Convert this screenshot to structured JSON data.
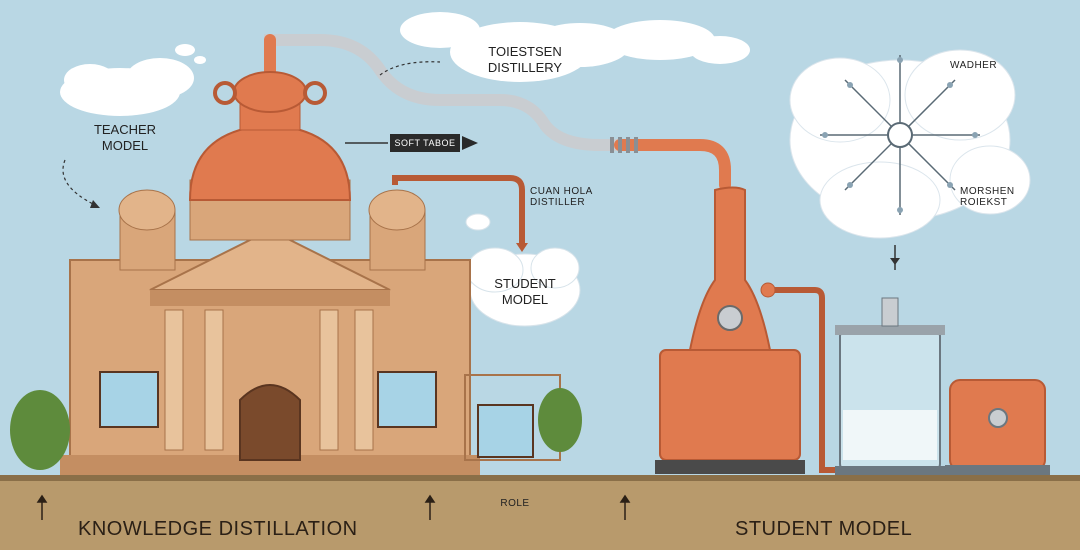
{
  "labels": {
    "teacher_model": [
      "TEACHER",
      "MODEL"
    ],
    "toiestsen_distillery": [
      "TOIESTSEN",
      "DISTILLERY"
    ],
    "soft_taboe": "SOFT TABOE",
    "cuan_hola_distiller": [
      "CUAN HOLA",
      "DISTILLER"
    ],
    "student_model_cloud": [
      "STUDENT",
      "MODEL"
    ],
    "wadher": "WADHER",
    "morshen_roiekst": [
      "MORSHEN",
      "ROIEKST"
    ],
    "role": "ROLE",
    "knowledge_distillation": "KNOWLEDGE DISTILLATION",
    "student_model_bottom": "STUDENT MODEL"
  },
  "colors": {
    "sky": "#b9d7e4",
    "copper": "#e07a4f",
    "copper_dark": "#b85a35",
    "stone": "#d9a67a",
    "stone_dark": "#a8734a",
    "ground": "#b89a6c",
    "pipe_gray": "#c9cdd1",
    "cloud": "#ffffff"
  }
}
